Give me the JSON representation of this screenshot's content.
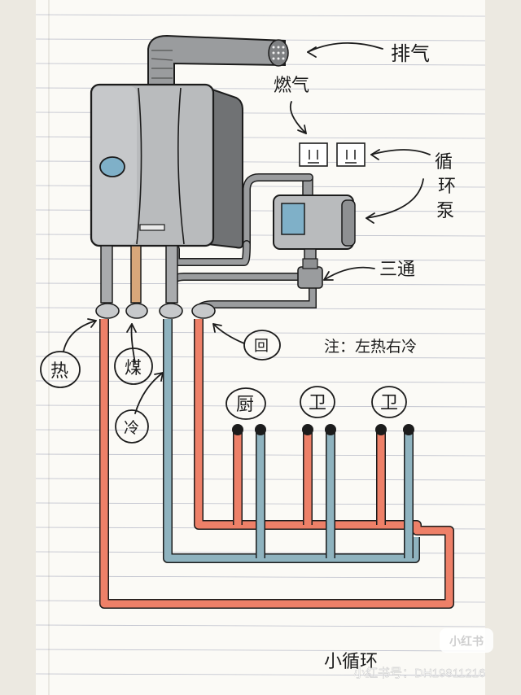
{
  "labels": {
    "exhaust": "排气",
    "gas": "燃气",
    "pump": [
      "循",
      "环",
      "泵"
    ],
    "tee": "三通",
    "hot": "热",
    "gas_pipe": "煤",
    "cold": "冷",
    "return": "回",
    "note": "注：左热右冷",
    "kitchen": "厨",
    "bathroom_1": "卫",
    "bathroom_2": "卫",
    "caption": "小循环"
  },
  "watermark": {
    "badge": "小红书",
    "account": "小红书号：DH19811216"
  },
  "colors": {
    "hot_pipe": "#ee8068",
    "cold_pipe": "#8fb3bf",
    "gas_pipe": "#d8a77a",
    "heater_body": "#b9bbbd",
    "ink": "#1c1c1c",
    "paper_line": "#8a8fa8"
  }
}
